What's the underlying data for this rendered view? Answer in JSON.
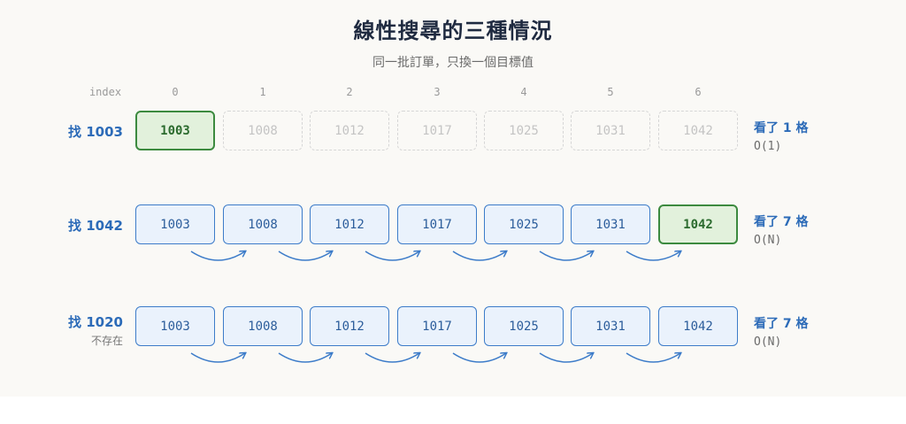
{
  "title": "線性搜尋的三種情況",
  "subtitle": "同一批訂單，只換一個目標值",
  "index_label": "index",
  "indices": [
    "0",
    "1",
    "2",
    "3",
    "4",
    "5",
    "6"
  ],
  "rows": [
    {
      "label": "找 1003",
      "note": "",
      "cells": [
        {
          "value": "1003",
          "state": "found"
        },
        {
          "value": "1008",
          "state": "dim"
        },
        {
          "value": "1012",
          "state": "dim"
        },
        {
          "value": "1017",
          "state": "dim"
        },
        {
          "value": "1025",
          "state": "dim"
        },
        {
          "value": "1031",
          "state": "dim"
        },
        {
          "value": "1042",
          "state": "dim"
        }
      ],
      "arrow_count": 0,
      "result": "看了 1 格",
      "complexity": "O(1)"
    },
    {
      "label": "找 1042",
      "note": "",
      "cells": [
        {
          "value": "1003",
          "state": "normal"
        },
        {
          "value": "1008",
          "state": "normal"
        },
        {
          "value": "1012",
          "state": "normal"
        },
        {
          "value": "1017",
          "state": "normal"
        },
        {
          "value": "1025",
          "state": "normal"
        },
        {
          "value": "1031",
          "state": "normal"
        },
        {
          "value": "1042",
          "state": "found"
        }
      ],
      "arrow_count": 6,
      "result": "看了 7 格",
      "complexity": "O(N)"
    },
    {
      "label": "找 1020",
      "note": "不存在",
      "cells": [
        {
          "value": "1003",
          "state": "normal"
        },
        {
          "value": "1008",
          "state": "normal"
        },
        {
          "value": "1012",
          "state": "normal"
        },
        {
          "value": "1017",
          "state": "normal"
        },
        {
          "value": "1025",
          "state": "normal"
        },
        {
          "value": "1031",
          "state": "normal"
        },
        {
          "value": "1042",
          "state": "normal"
        }
      ],
      "arrow_count": 6,
      "result": "看了 7 格",
      "complexity": "O(N)"
    }
  ],
  "colors": {
    "accent": "#2c6bb8",
    "cell_border": "#3d7cc9",
    "cell_fill": "#eaf2fc",
    "found_border": "#3c8a3f",
    "found_fill": "#e2f1dc",
    "arrow": "#3d7cc9"
  }
}
